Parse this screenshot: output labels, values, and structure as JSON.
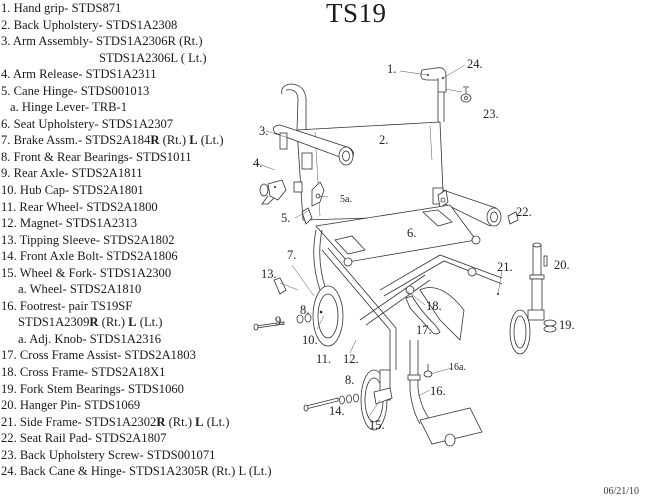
{
  "title": "TS19",
  "date": "06/21/10",
  "parts": [
    {
      "id": "1",
      "text": "1. Hand grip- STDS871"
    },
    {
      "id": "2",
      "text": "2. Back Upholstery- STDS1A2308"
    },
    {
      "id": "3",
      "text": "3. Arm Assembly- STDS1A2306R (Rt.)"
    },
    {
      "id": "3-cont",
      "text": "STDS1A2306L ( Lt.)"
    },
    {
      "id": "4",
      "text": "4. Arm Release- STDS1A2311"
    },
    {
      "id": "5",
      "text": "5. Cane Hinge- STDS001013"
    },
    {
      "id": "5a",
      "text": "a. Hinge Lever- TRB-1"
    },
    {
      "id": "6",
      "text": "6. Seat Upholstery- STDS1A2307"
    },
    {
      "id": "7",
      "pre": "7. Brake Assm.- STDS2A184",
      "b1": "R",
      "mid": " (Rt.) ",
      "b2": "L",
      "post": " (Lt.)"
    },
    {
      "id": "8",
      "text": "8. Front & Rear Bearings- STDS1011"
    },
    {
      "id": "9",
      "text": "9. Rear Axle- STDS2A1811"
    },
    {
      "id": "10",
      "text": "10. Hub Cap- STDS2A1801"
    },
    {
      "id": "11",
      "text": "11. Rear Wheel- STDS2A1800"
    },
    {
      "id": "12",
      "text": "12. Magnet- STDS1A2313"
    },
    {
      "id": "13",
      "text": "13. Tipping Sleeve- STDS2A1802"
    },
    {
      "id": "14",
      "text": "14. Front Axle Bolt- STDS2A1806"
    },
    {
      "id": "15",
      "text": "15. Wheel & Fork- STDS1A2300"
    },
    {
      "id": "15a",
      "text": "a. Wheel- STDS2A1810"
    },
    {
      "id": "16",
      "text": "16. Footrest- pair TS19SF"
    },
    {
      "id": "16-cont",
      "pre": "STDS1A2309",
      "b1": "R",
      "mid": " (Rt.) ",
      "b2": "L",
      "post": " (Lt.)"
    },
    {
      "id": "16a",
      "text": "a. Adj. Knob- STDS1A2316"
    },
    {
      "id": "17",
      "text": "17. Cross Frame Assist- STDS2A1803"
    },
    {
      "id": "18",
      "text": "18. Cross Frame- STDS2A18X1"
    },
    {
      "id": "19",
      "text": "19. Fork Stem Bearings- STDS1060"
    },
    {
      "id": "20",
      "text": "20. Hanger Pin- STDS1069"
    },
    {
      "id": "21",
      "pre": "21. Side Frame- STDS1A2302",
      "b1": "R",
      "mid": " (Rt.) ",
      "b2": "L",
      "post": " (Lt.)"
    },
    {
      "id": "22",
      "text": "22. Seat Rail Pad- STDS2A1807"
    },
    {
      "id": "23",
      "text": "23. Back Upholstery Screw- STDS001071"
    },
    {
      "id": "24",
      "text": "24. Back Cane & Hinge- STDS1A2305R (Rt.) L (Lt.)"
    }
  ],
  "callouts": {
    "c1": "1.",
    "c2": "2.",
    "c3": "3.",
    "c4": "4.",
    "c5": "5.",
    "c5a": "5a.",
    "c6": "6.",
    "c7": "7.",
    "c8a": "8.",
    "c8b": "8.",
    "c9": "9.",
    "c10": "10.",
    "c11": "11.",
    "c12": "12.",
    "c13": "13.",
    "c14": "14.",
    "c15": "15.",
    "c16": "16.",
    "c16a": "16a.",
    "c17": "17.",
    "c18": "18.",
    "c19": "19.",
    "c20": "20.",
    "c21": "21.",
    "c22": "22.",
    "c23": "23.",
    "c24": "24."
  }
}
